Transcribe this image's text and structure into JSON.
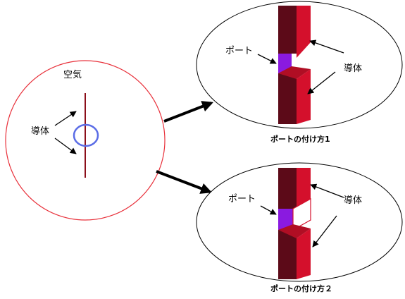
{
  "left_diagram": {
    "air_label": "空気",
    "conductor_label": "導体"
  },
  "top_right_diagram": {
    "port_label": "ポート",
    "conductor_label": "導体",
    "caption": "ポートの付け方1"
  },
  "bottom_right_diagram": {
    "port_label": "ポート",
    "conductor_label": "導体",
    "caption": "ポートの付け方２"
  },
  "colors": {
    "air_circle": "#e8303a",
    "conductor_line": "#8b0f1a",
    "port_ring": "#5b6de6",
    "conductor_dark": "#5c0a18",
    "conductor_light": "#d4102c",
    "port_fill": "#8a1ae0"
  }
}
